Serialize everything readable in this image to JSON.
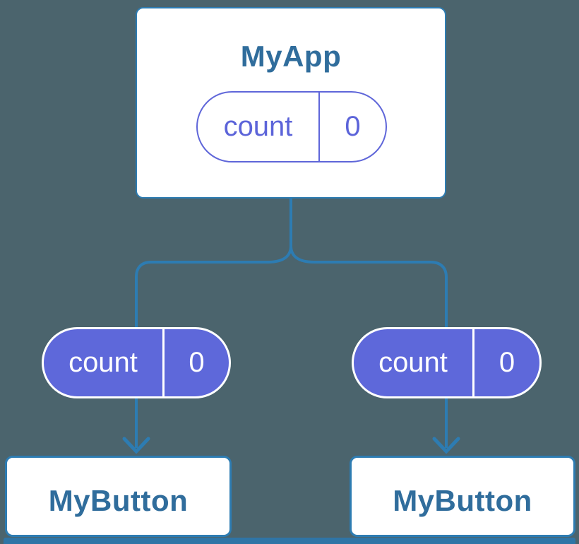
{
  "diagram": {
    "description": "component tree diagram",
    "nodes": {
      "root": {
        "title": "MyApp",
        "state": {
          "label": "count",
          "value": "0"
        }
      },
      "children": [
        {
          "title": "MyButton",
          "prop": {
            "label": "count",
            "value": "0"
          }
        },
        {
          "title": "MyButton",
          "prop": {
            "label": "count",
            "value": "0"
          }
        }
      ]
    },
    "colors": {
      "background": "#4b646d",
      "node_fill": "#ffffff",
      "node_border": "#2d7cb2",
      "connector_line": "#2d7cb2",
      "title_text": "#306d9c",
      "prop_pill_fill": "#5e68da",
      "prop_pill_border": "#ffffff",
      "prop_pill_text": "#ffffff",
      "state_pill_outline": "#5f66d9",
      "state_pill_text": "#5c64d9",
      "bottom_band": "#2f75a6"
    }
  }
}
